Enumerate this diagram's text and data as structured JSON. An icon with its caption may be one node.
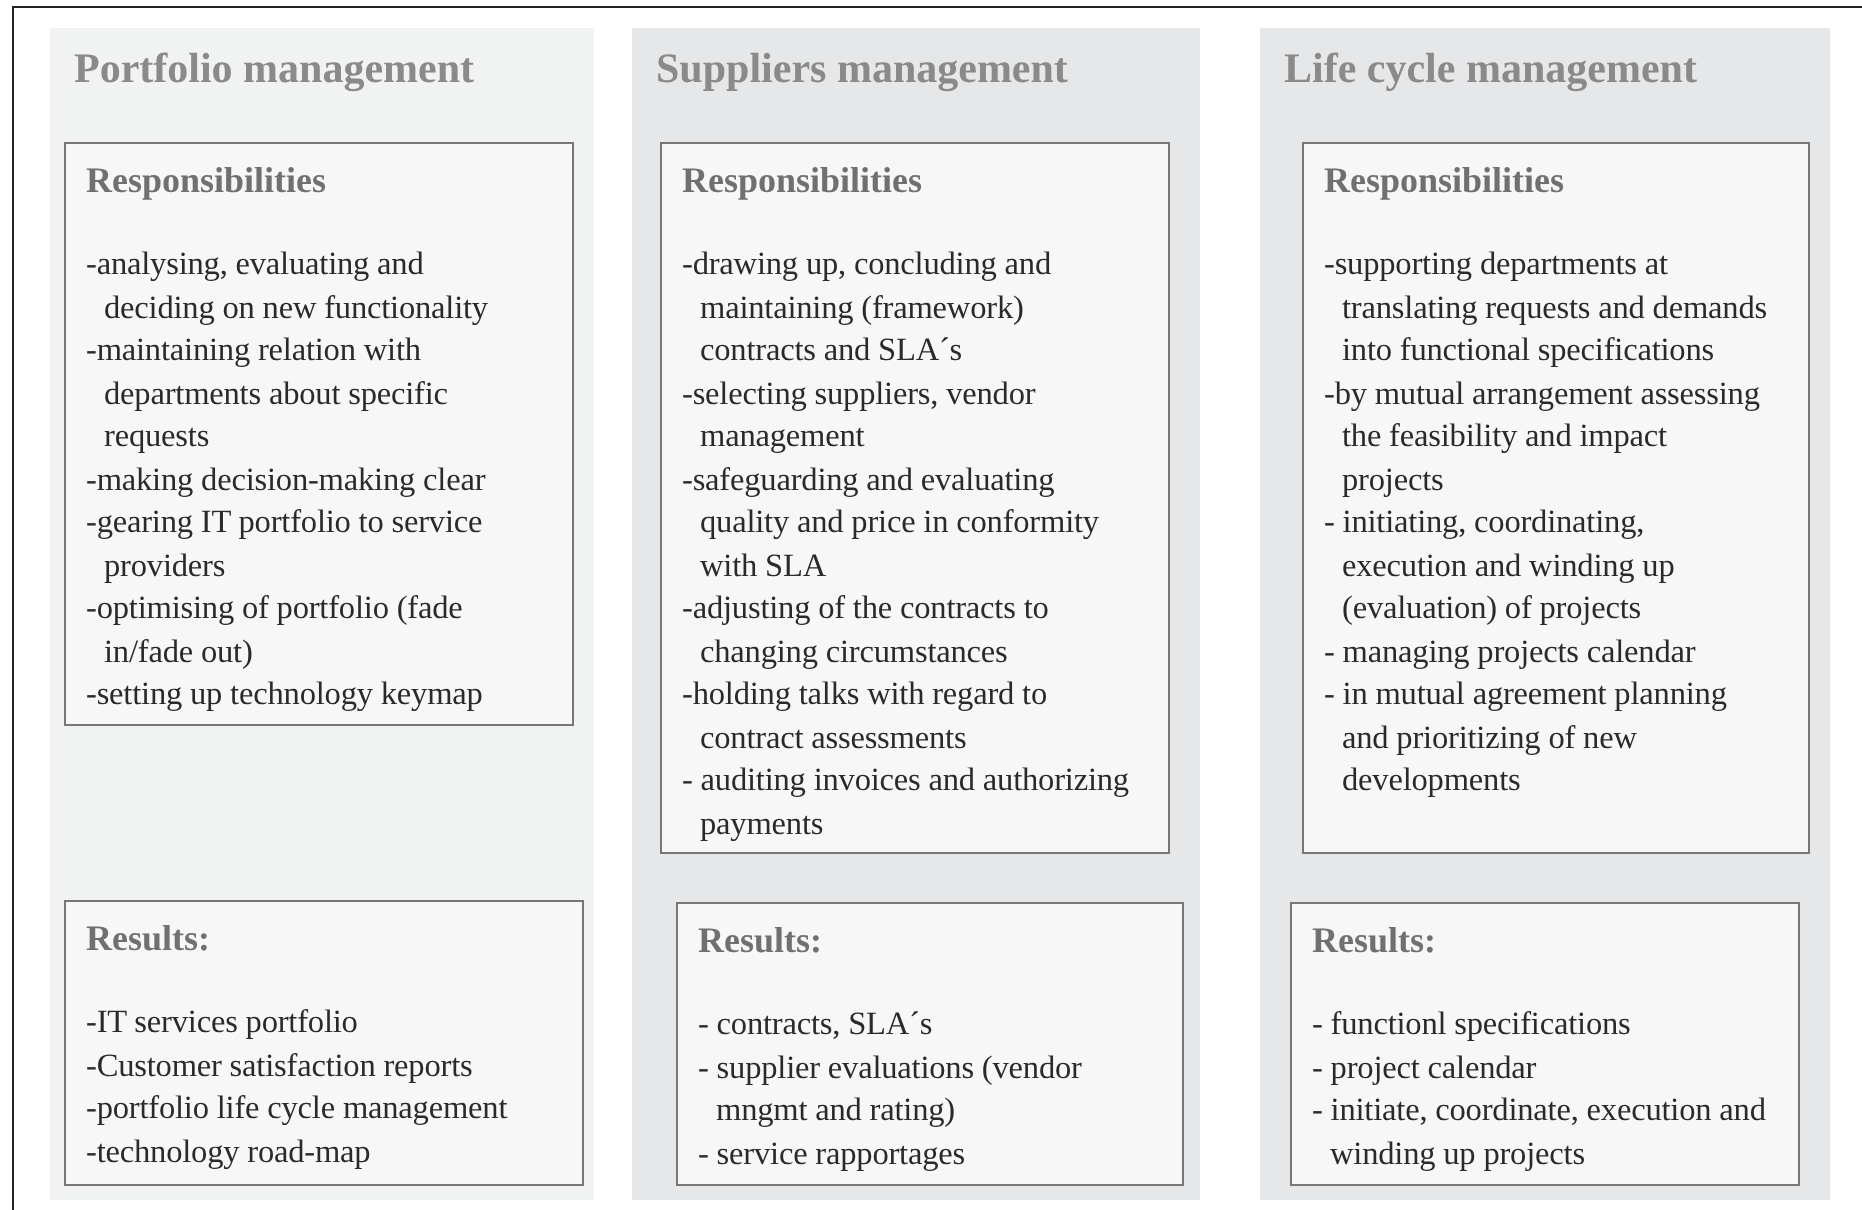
{
  "diagram": {
    "nodes": [
      {
        "text": [
          "Portfolio management"
        ]
      },
      {
        "text": [
          "Responsibilities",
          "-analysing, evaluating and deciding on new functionality",
          "-maintaining relation with departments about specific requests",
          "-making decision-making clear",
          "-gearing IT portfolio to service providers",
          "-optimising of portfolio (fade in/fade out)",
          "-setting up technology keymap"
        ],
        "in": 0
      },
      {
        "text": [
          "Results:",
          "-IT services portfolio",
          "-Customer satisfaction reports",
          "-portfolio life cycle management",
          "-technology road-map"
        ],
        "in": 0
      },
      {
        "text": [
          "Suppliers management"
        ]
      },
      {
        "text": [
          "Responsibilities",
          "-drawing up, concluding and maintaining (framework) contracts and SLA´s",
          "-selecting suppliers, vendor management",
          "-safeguarding and evaluating quality and price in conformity with SLA",
          "-adjusting of the contracts to changing circumstances",
          "-holding talks with regard to contract assessments",
          "- auditing invoices and authorizing payments"
        ],
        "in": 3
      },
      {
        "text": [
          "Results:",
          "- contracts, SLA´s",
          "- supplier evaluations (vendor mngmt and rating)",
          "- service rapportages"
        ],
        "in": 3
      },
      {
        "text": [
          "Life cycle management"
        ]
      },
      {
        "text": [
          "Responsibilities",
          "-supporting departments at translating requests and demands into functional specifications",
          "-by mutual arrangement assessing the feasibility and impact projects",
          "- initiating, coordinating, execution and winding up (evaluation) of projects",
          "- managing projects calendar",
          "- in mutual agreement planning and prioritizing of new developments"
        ],
        "in": 6
      },
      {
        "text": [
          "Results:",
          "- functionl specifications",
          "- project calendar",
          "- initiate, coordinate, execution and winding up projects"
        ],
        "in": 6
      }
    ]
  }
}
